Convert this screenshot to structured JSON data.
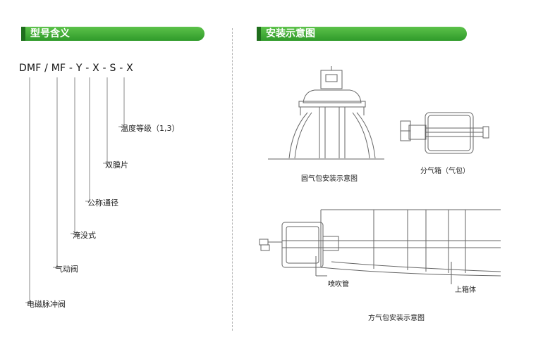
{
  "sections": {
    "left_title": "型号含义",
    "right_title": "安装示意图"
  },
  "model": {
    "code": "DMF / MF - Y - X - S - X",
    "meanings": {
      "temperature": "温度等级（1,3）",
      "diaphragm": "双膜片",
      "nominal_diameter": "公称通径",
      "submerged": "淹没式",
      "pneumatic": "气动阀",
      "electromagnetic": "电磁脉冲阀"
    }
  },
  "diagrams": {
    "round_header_caption": "圆气包安装示意图",
    "manifold_caption": "分气箱（气包）",
    "square_header_caption": "方气包安装示意图",
    "blow_pipe_label": "喷吹管",
    "upper_box_label": "上箱体"
  }
}
